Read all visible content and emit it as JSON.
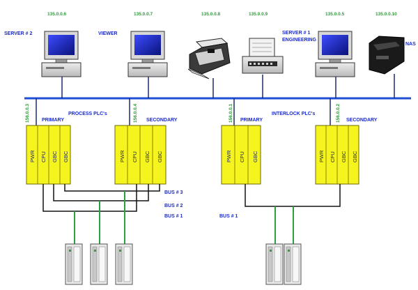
{
  "diagram": {
    "colors": {
      "network_bus": "#1f4fd6",
      "plc_fill": "#f6f41e",
      "plc_stroke": "#6e6a00",
      "label_blue": "#1a2bd0",
      "ip_green": "#2e9a3a",
      "bus_black": "#111111",
      "bus_green": "#2aa040"
    },
    "devices": [
      {
        "name": "SERVER # 2",
        "ip": "135.0.0.6",
        "type": "workstation"
      },
      {
        "name": "VIEWER",
        "ip": "135.0.0.7",
        "type": "workstation"
      },
      {
        "name": "",
        "ip": "135.0.0.8",
        "type": "laser-printer"
      },
      {
        "name": "",
        "ip": "135.0.0.9",
        "type": "dot-matrix-printer"
      },
      {
        "name_line1": "SERVER # 1",
        "name_line2": "ENGINEERING",
        "ip": "135.0.0.5",
        "type": "workstation"
      },
      {
        "name": "NAS",
        "ip": "135.0.0.10",
        "type": "storage"
      }
    ],
    "groups": {
      "process": "PROCESS PLC's",
      "interlock": "INTERLOCK PLC's"
    },
    "plcs": [
      {
        "role": "PRIMARY",
        "ip": "156.0.0.3",
        "modules": [
          "PWR",
          "CPU",
          "GBC",
          "GBC"
        ]
      },
      {
        "role": "SECONDARY",
        "ip": "156.0.0.4",
        "modules": [
          "PWR",
          "CPU",
          "GBC",
          "GBC"
        ]
      },
      {
        "role": "PRIMARY",
        "ip": "156.0.0.1",
        "modules": [
          "PWR",
          "CPU",
          "GBC"
        ]
      },
      {
        "role": "SECONDARY",
        "ip": "156.0.0.2",
        "modules": [
          "PWR",
          "CPU",
          "GBC",
          "GBC"
        ]
      }
    ],
    "buses": {
      "left": [
        "BUS # 3",
        "BUS # 2",
        "BUS # 1"
      ],
      "right": "BUS # 1"
    }
  }
}
